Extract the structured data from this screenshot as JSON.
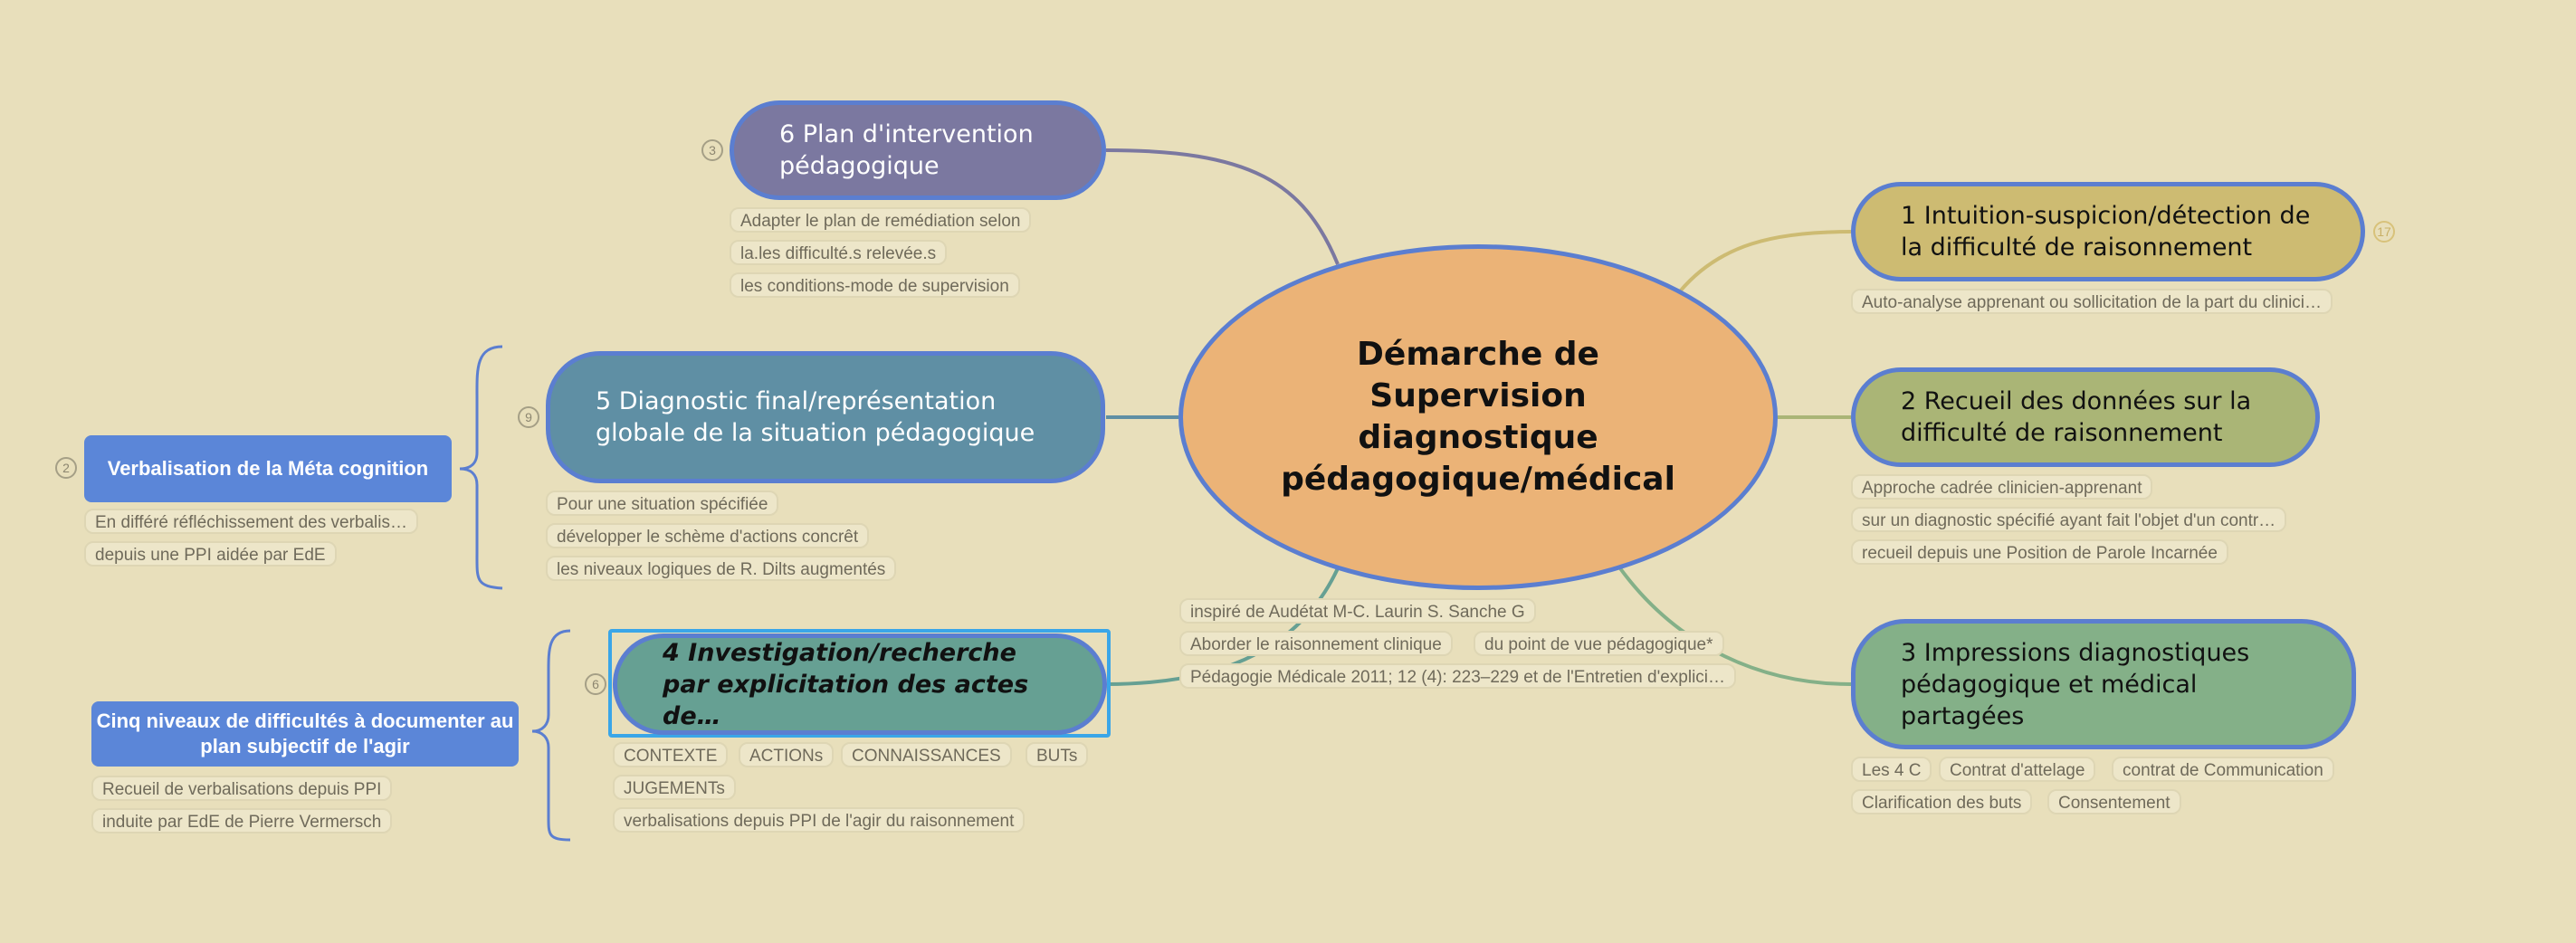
{
  "colors": {
    "background": "#e8dfbb",
    "central_fill": "#ebb377",
    "border_blue": "#5b7ed0",
    "selection": "#3aa6e8",
    "branch1": "#cdbb72",
    "branch2": "#aab576",
    "branch3": "#84b088",
    "branch4": "#66a093",
    "branch5": "#5f8fa4",
    "branch6": "#7b78a0",
    "subtopic": "#5b86d8"
  },
  "central": {
    "title": "Démarche de Supervision diagnostique pédagogique/médical",
    "notes": [
      "inspiré de Audétat M-C. Laurin S. Sanche G",
      "Aborder le raisonnement clinique",
      "du point de vue pédagogique*",
      "Pédagogie Médicale 2011; 12 (4): 223–229 et de l'Entretien d'explici…"
    ]
  },
  "branches": {
    "b1": {
      "title": "1 Intuition-suspicion/détection de la difficulté de raisonnement",
      "badge": "17",
      "notes": [
        "Auto-analyse apprenant ou sollicitation de la part du clinici…"
      ]
    },
    "b2": {
      "title": "2 Recueil des données sur la difficulté de raisonnement",
      "notes": [
        "Approche cadrée clinicien-apprenant",
        "sur un diagnostic spécifié ayant fait l'objet d'un contr…",
        "recueil depuis une Position de Parole Incarnée"
      ]
    },
    "b3": {
      "title": "3 Impressions diagnostiques pédagogique et médical partagées",
      "notes": [
        "Les 4 C",
        "Contrat d'attelage",
        "contrat de Communication",
        "Clarification des buts",
        "Consentement"
      ]
    },
    "b4": {
      "title": "4 Investigation/recherche par explicitation des actes de…",
      "badge": "6",
      "notes": [
        "CONTEXTE",
        "ACTIONs",
        "CONNAISSANCES",
        "BUTs",
        "JUGEMENTs",
        "verbalisations depuis PPI de l'agir du raisonnement"
      ],
      "subtopic": {
        "title": "Cinq niveaux de difficultés à documenter au plan subjectif de l'agir",
        "notes": [
          "Recueil de verbalisations depuis PPI",
          "induite par EdE de Pierre Vermersch"
        ]
      }
    },
    "b5": {
      "title": "5 Diagnostic final/représentation globale de la situation pédagogique",
      "badge": "9",
      "notes": [
        "Pour une situation spécifiée",
        "développer le schème d'actions concrêt",
        "les niveaux logiques de R. Dilts augmentés"
      ],
      "subtopic": {
        "title": "Verbalisation de la Méta cognition",
        "badge": "2",
        "notes": [
          "En différé réfléchissement des verbalis…",
          "depuis une PPI aidée par EdE"
        ]
      }
    },
    "b6": {
      "title": "6 Plan d'intervention pédagogique",
      "badge": "3",
      "notes": [
        "Adapter le plan de remédiation selon",
        "la.les difficulté.s relevée.s",
        "les conditions-mode de supervision"
      ]
    }
  }
}
